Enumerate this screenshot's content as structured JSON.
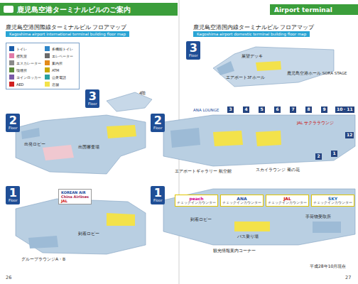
{
  "diagram": {
    "title": "鹿児島空港ターミナルビルのご案内",
    "nodes": [
      {
        "text": [
          "Airport terminal"
        ]
      },
      {
        "text": [
          "Kagoshima airport international terminal building floor map"
        ]
      },
      {
        "text": [
          "Kagoshima airport domestic terminal building floor map"
        ]
      },
      {
        "text": [
          "3",
          "Floor"
        ]
      },
      {
        "text": [
          "2",
          "Floor"
        ]
      },
      {
        "text": [
          "1",
          "Floor"
        ]
      },
      {
        "text": [
          "3",
          "Floor"
        ]
      },
      {
        "text": [
          "2",
          "Floor"
        ]
      },
      {
        "text": [
          "1",
          "Floor"
        ]
      },
      {
        "text": [
          "peach",
          "チェックインカウンター"
        ]
      },
      {
        "text": [
          "ANA",
          "チェックインカウンター"
        ]
      },
      {
        "text": [
          "JAL",
          "チェックインカウンター"
        ]
      },
      {
        "text": [
          "SKY",
          "チェックインカウンター"
        ]
      },
      {
        "text": [
          "1"
        ]
      },
      {
        "text": [
          "2"
        ]
      },
      {
        "text": [
          "3"
        ]
      },
      {
        "text": [
          "4"
        ]
      },
      {
        "text": [
          "5"
        ]
      },
      {
        "text": [
          "6"
        ]
      },
      {
        "text": [
          "7"
        ]
      },
      {
        "text": [
          "8"
        ]
      },
      {
        "text": [
          "9"
        ]
      },
      {
        "text": [
          "10・11"
        ]
      },
      {
        "text": [
          "12"
        ]
      },
      {
        "text": [
          "KOREAN AIR",
          "China Airlines",
          "JAL"
        ]
      }
    ],
    "labels": [
      "鹿児島空港国際線ターミナルビル フロアマップ",
      "鹿児島空港国内線ターミナルビル フロアマップ",
      "4階",
      "出発ロビー",
      "出国審査場",
      "到着ロビー",
      "グループラウンジA・B",
      "展望デッキ",
      "エアポート3Fホール",
      "鹿児島空港ホール SORA STAGE",
      "ANA LOUNGE",
      "JAL サクララウンジ",
      "エアポートギャラリー 航空館",
      "スカイラウンジ 菜の花",
      "手荷物受取所",
      "到着ロビー",
      "バス乗り場",
      "観光情報案内コーナー",
      "平成28年10月現在",
      "26",
      "27"
    ],
    "legend": [
      {
        "text": "トイレ",
        "color": "#1a5ca8"
      },
      {
        "text": "多機能トイレ",
        "color": "#2f86c9"
      },
      {
        "text": "授乳室",
        "color": "#e07aa8"
      },
      {
        "text": "エレベーター",
        "color": "#6a6a6a"
      },
      {
        "text": "エスカレーター",
        "color": "#8a8a8a"
      },
      {
        "text": "案内所",
        "color": "#e38a1a"
      },
      {
        "text": "喫煙所",
        "color": "#5a8a3a"
      },
      {
        "text": "ATM",
        "color": "#c8a800"
      },
      {
        "text": "コインロッカー",
        "color": "#7a5aa8"
      },
      {
        "text": "公衆電話",
        "color": "#2aa0a0"
      },
      {
        "text": "AED",
        "color": "#d02020"
      },
      {
        "text": "店舗",
        "color": "#f3e24a"
      }
    ]
  }
}
